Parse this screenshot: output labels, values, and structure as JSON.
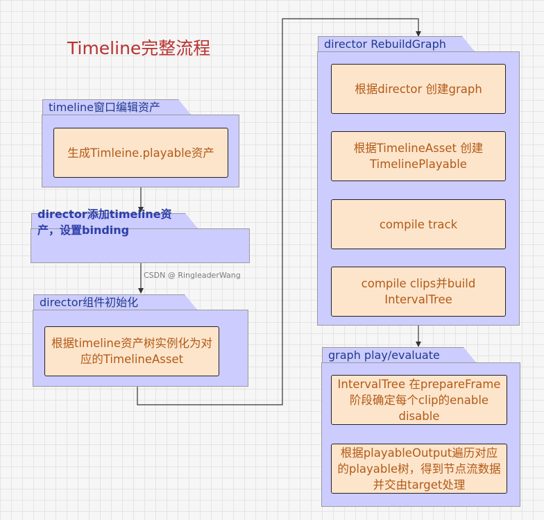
{
  "title": "Timeline完整流程",
  "watermark": "CSDN @ RingleaderWang",
  "groups": {
    "edit": {
      "label": "timeline窗口编辑资产",
      "cards": [
        "生成Timleine.playable资产"
      ]
    },
    "binding": {
      "label": "director添加timeline资产，设置binding"
    },
    "init": {
      "label": "director组件初始化",
      "cards": [
        "根据timeline资产树实例化为对应的TimelineAsset"
      ]
    },
    "rebuild": {
      "label": "director RebuildGraph",
      "cards": [
        "根据director 创建graph",
        "根据TimelineAsset 创建TimelinePlayable",
        "compile track",
        "compile clips并build IntervalTree"
      ]
    },
    "play": {
      "label": "graph play/evaluate",
      "cards": [
        "IntervalTree 在prepareFrame阶段确定每个clip的enable disable",
        "根据playableOutput遍历对应的playable树，得到节点流数据并交由target处理"
      ]
    }
  },
  "colors": {
    "panel_fill": "#ccccff",
    "card_fill": "#fde5cc",
    "card_text": "#b25a16",
    "tab_text": "#1f3a8a",
    "title": "#b8312f"
  }
}
